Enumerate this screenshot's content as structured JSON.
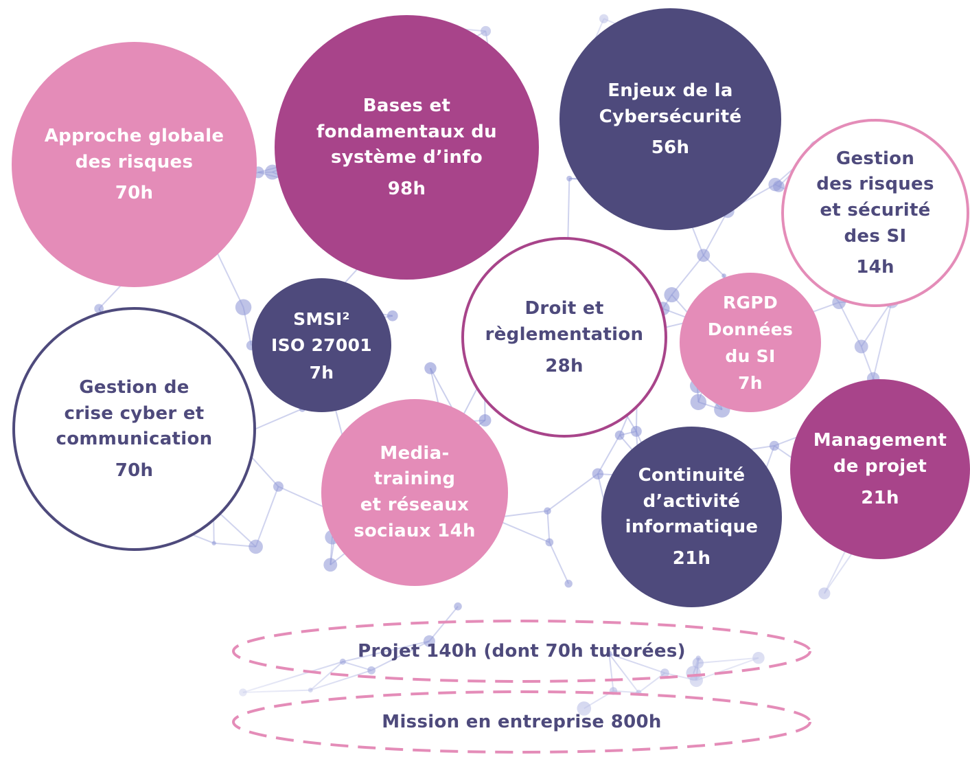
{
  "modules": [
    {
      "id": "approche",
      "title": "Approche globale\ndes risques",
      "hours": "70h"
    },
    {
      "id": "bases",
      "title": "Bases et\nfondamentaux du\nsystème d’info",
      "hours": "98h"
    },
    {
      "id": "enjeux",
      "title": "Enjeux de la\nCybersécurité",
      "hours": "56h"
    },
    {
      "id": "gestion-risques",
      "title": "Gestion\ndes risques\net sécurité\ndes SI",
      "hours": "14h"
    },
    {
      "id": "smsi",
      "title": "SMSI²\nISO 27001",
      "hours": "7h"
    },
    {
      "id": "droit",
      "title": "Droit et\nrèglementation",
      "hours": "28h"
    },
    {
      "id": "rgpd",
      "title": "RGPD\nDonnées\ndu SI",
      "hours": "7h"
    },
    {
      "id": "crise",
      "title": "Gestion de\ncrise cyber et\ncommunication",
      "hours": "70h"
    },
    {
      "id": "media",
      "title": "Media-\ntraining\net réseaux\nsociaux 14h",
      "hours": ""
    },
    {
      "id": "continuite",
      "title": "Continuité\nd’activité\ninformatique",
      "hours": "21h"
    },
    {
      "id": "management",
      "title": "Management\nde projet",
      "hours": "21h"
    }
  ],
  "bottom": {
    "projet": "Projet 140h (dont 70h tutorées)",
    "mission": "Mission en entreprise 800h"
  },
  "colors": {
    "pink": "#e48cb8",
    "magenta": "#a8448a",
    "navy": "#4e4a7c",
    "network": "#7d86cf"
  }
}
